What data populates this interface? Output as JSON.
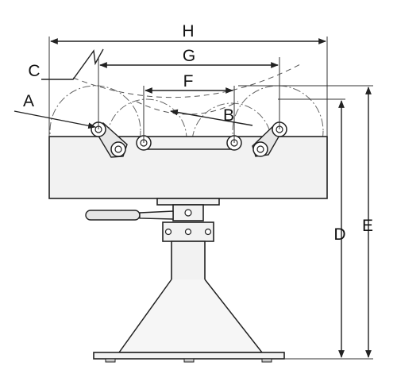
{
  "labels": {
    "H": "H",
    "G": "G",
    "F": "F",
    "C": "C",
    "A": "A",
    "B": "B",
    "D": "D",
    "E": "E"
  }
}
